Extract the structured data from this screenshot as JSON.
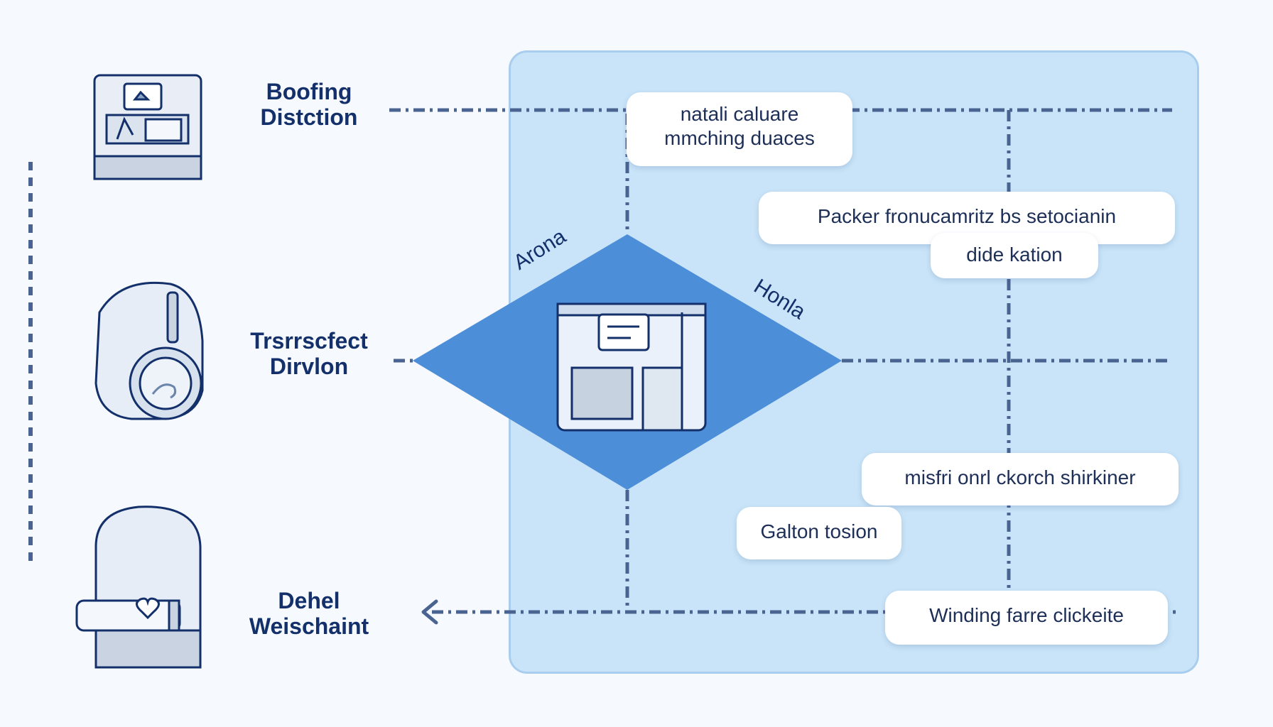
{
  "stages": [
    {
      "label": "Boofing\nDistction",
      "icon": "storage-unit-icon"
    },
    {
      "label": "Trsrrscfect\nDirvlon",
      "icon": "tank-valve-icon"
    },
    {
      "label": "Dehel\nWeischaint",
      "icon": "secure-container-icon"
    }
  ],
  "center": {
    "icon": "machine-cabinet-icon"
  },
  "edges": {
    "left": "Arona",
    "right": "Honla"
  },
  "callouts": [
    "natali caluare\nmmching duaces",
    "Packer fronucamritz bs setocianin",
    "dide kation",
    "misfri onrl ckorch shirkiner",
    "Galton tosion",
    "Winding farre clickeite"
  ],
  "colors": {
    "panel": "#c9e4f8",
    "diamond": "#4d8ed9",
    "ink": "#13306b",
    "dash": "#4a6492"
  }
}
